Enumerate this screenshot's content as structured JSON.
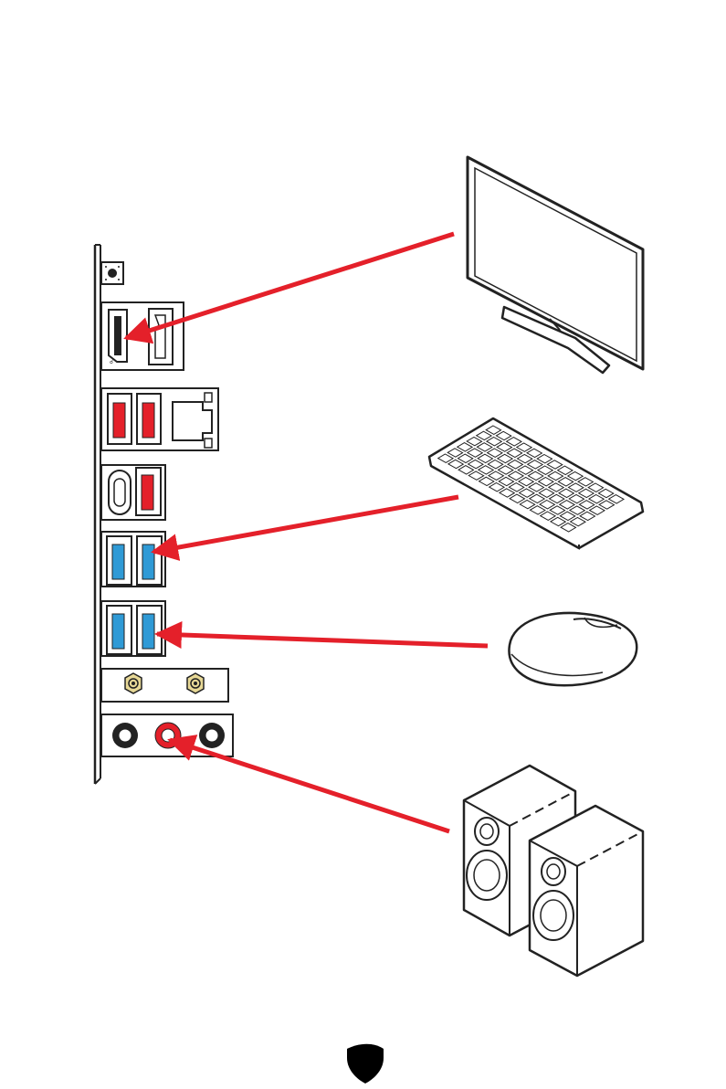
{
  "diagram": {
    "type": "rear-io-connection-diagram",
    "panel_ports": [
      {
        "name": "clear-cmos-button"
      },
      {
        "name": "hdmi-port"
      },
      {
        "name": "displayport"
      },
      {
        "name": "usb-red-port",
        "count": 2
      },
      {
        "name": "lan-port"
      },
      {
        "name": "usb-type-c-port"
      },
      {
        "name": "usb-red-port",
        "count": 1
      },
      {
        "name": "usb-blue-port",
        "count": 4
      },
      {
        "name": "wifi-antenna-connector",
        "count": 2
      },
      {
        "name": "audio-jack",
        "count": 3
      }
    ],
    "devices": [
      "monitor",
      "keyboard",
      "mouse",
      "speakers"
    ],
    "connections": [
      {
        "from": "monitor",
        "to": "hdmi-port"
      },
      {
        "from": "keyboard",
        "to": "usb-blue-port"
      },
      {
        "from": "mouse",
        "to": "usb-blue-port"
      },
      {
        "from": "speakers",
        "to": "audio-jack"
      }
    ],
    "colors": {
      "arrow": "#e4202a",
      "usb_red": "#e4202a",
      "usb_blue": "#2f9ad6",
      "audio_out": "#e4202a",
      "antenna": "#e7d896",
      "outline": "#222222",
      "footer_shield": "#000000"
    },
    "icons": [
      "shield-icon"
    ]
  }
}
